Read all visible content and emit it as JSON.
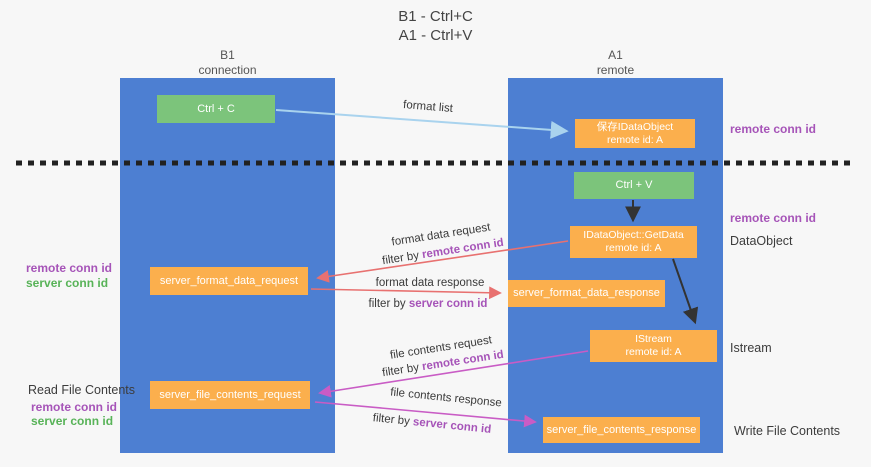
{
  "title": {
    "lines": [
      "B1 - Ctrl+C",
      "A1 - Ctrl+V"
    ]
  },
  "columns": {
    "left": {
      "name": "B1",
      "role": "connection"
    },
    "right": {
      "name": "A1",
      "role": "remote"
    }
  },
  "boxes": {
    "ctrl_c": {
      "label": "Ctrl + C"
    },
    "save_idataobject": {
      "line1": "保存IDataObject",
      "line2": "remote id: A"
    },
    "ctrl_v": {
      "label": "Ctrl + V"
    },
    "idataobject_getdata": {
      "line1": "IDataObject::GetData",
      "line2": "remote id: A"
    },
    "istream": {
      "line1": "IStream",
      "line2": "remote id: A"
    },
    "server_format_data_request": {
      "label": "server_format_data_request"
    },
    "server_format_data_response": {
      "label": "server_format_data_response"
    },
    "server_file_contents_request": {
      "label": "server_file_contents_request"
    },
    "server_file_contents_response": {
      "label": "server_file_contents_response"
    }
  },
  "arrow_labels": {
    "format_list": "format list",
    "format_data_request": "format data request",
    "format_data_response": "format data response",
    "file_contents_request": "file contents request",
    "file_contents_response": "file contents response",
    "filter_by": "filter by",
    "remote_conn_id": "remote conn id",
    "server_conn_id": "server conn id"
  },
  "side_labels": {
    "remote_conn_id": "remote conn id",
    "server_conn_id": "server conn id",
    "dataobject": "DataObject",
    "istream": "Istream",
    "read_file_contents": "Read File Contents",
    "write_file_contents": "Write File Contents"
  },
  "colors": {
    "column_blue": "#4d7fd2",
    "box_orange": "#fbaf4d",
    "box_green": "#7cc47b",
    "arrow_blue": "#a9d3ee",
    "arrow_red": "#e87170",
    "arrow_magenta": "#c95cc5",
    "arrow_black": "#333333",
    "text_purple": "#a654b8",
    "text_green": "#58b358",
    "dashed_line": "#212121"
  }
}
